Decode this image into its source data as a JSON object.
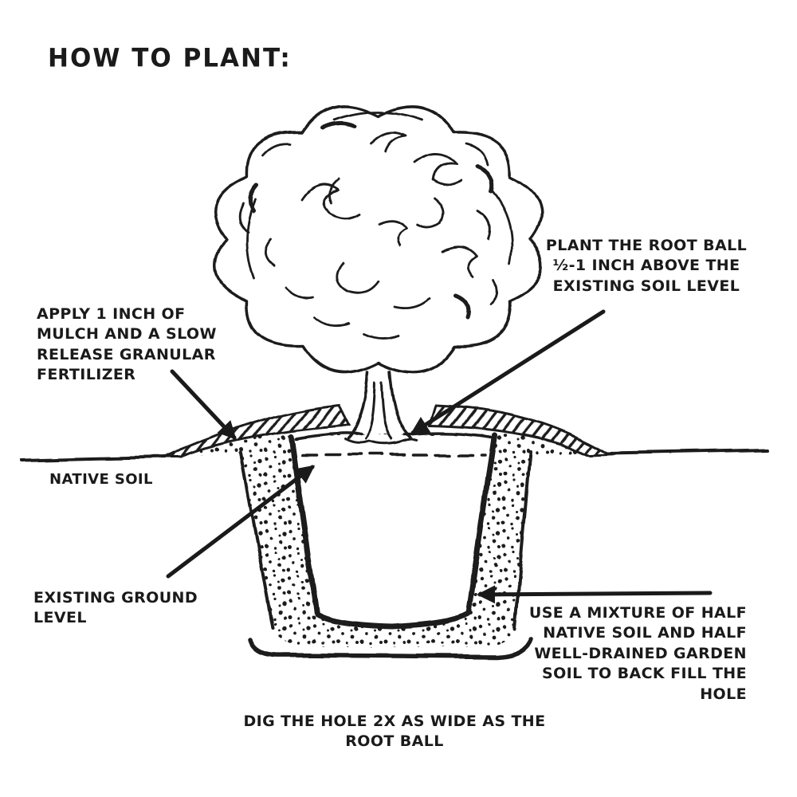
{
  "title": "HOW TO PLANT:",
  "colors": {
    "ink": "#1a1a1a",
    "background": "#ffffff"
  },
  "labels": {
    "plant_root_ball": "PLANT THE ROOT BALL\n½-1 INCH ABOVE THE\nEXISTING SOIL LEVEL",
    "apply_mulch": "APPLY 1 INCH OF\nMULCH AND A SLOW\nRELEASE GRANULAR\nFERTILIZER",
    "native_soil": "NATIVE SOIL",
    "existing_ground_level": "EXISTING GROUND\nLEVEL",
    "backfill_mixture": "USE A MIXTURE OF HALF\nNATIVE SOIL AND HALF\nWELL-DRAINED GARDEN\nSOIL TO BACK FILL THE\nHOLE",
    "dig_hole": "DIG THE HOLE 2X AS WIDE AS THE\nROOT BALL"
  },
  "diagram": {
    "parts": [
      "tree-canopy",
      "tree-trunk",
      "mulch-layer-hatched",
      "root-ball",
      "backfill-soil-dotted",
      "planting-hole",
      "ground-line",
      "existing-ground-dashed-line"
    ],
    "arrows": [
      "mulch-arrow",
      "root-ball-arrow",
      "ground-level-arrow",
      "backfill-arrow"
    ]
  }
}
